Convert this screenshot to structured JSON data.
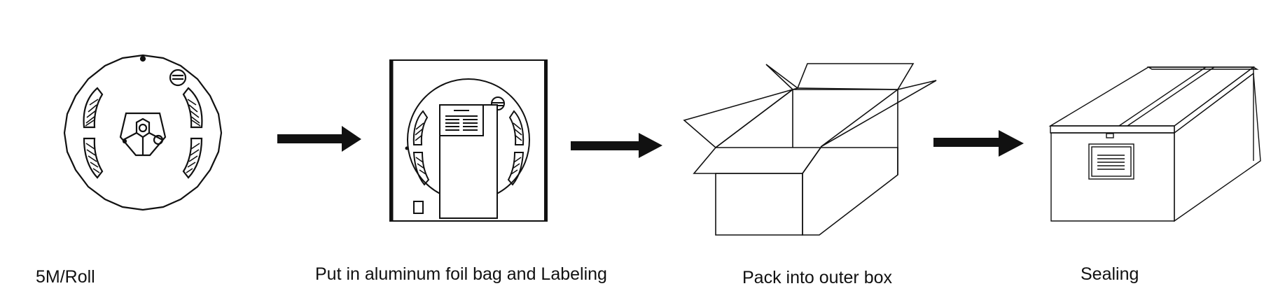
{
  "colors": {
    "ink": "#111111",
    "background": "#ffffff"
  },
  "steps": [
    {
      "label": "5M/Roll",
      "icon": "reel-icon"
    },
    {
      "label": "Put in aluminum foil bag and Labeling",
      "icon": "foil-bag-icon"
    },
    {
      "label": "Pack into outer box",
      "icon": "open-box-icon"
    },
    {
      "label": "Sealing",
      "icon": "sealed-box-icon"
    }
  ],
  "arrows": [
    "arrow-right-icon",
    "arrow-right-icon",
    "arrow-right-icon"
  ]
}
